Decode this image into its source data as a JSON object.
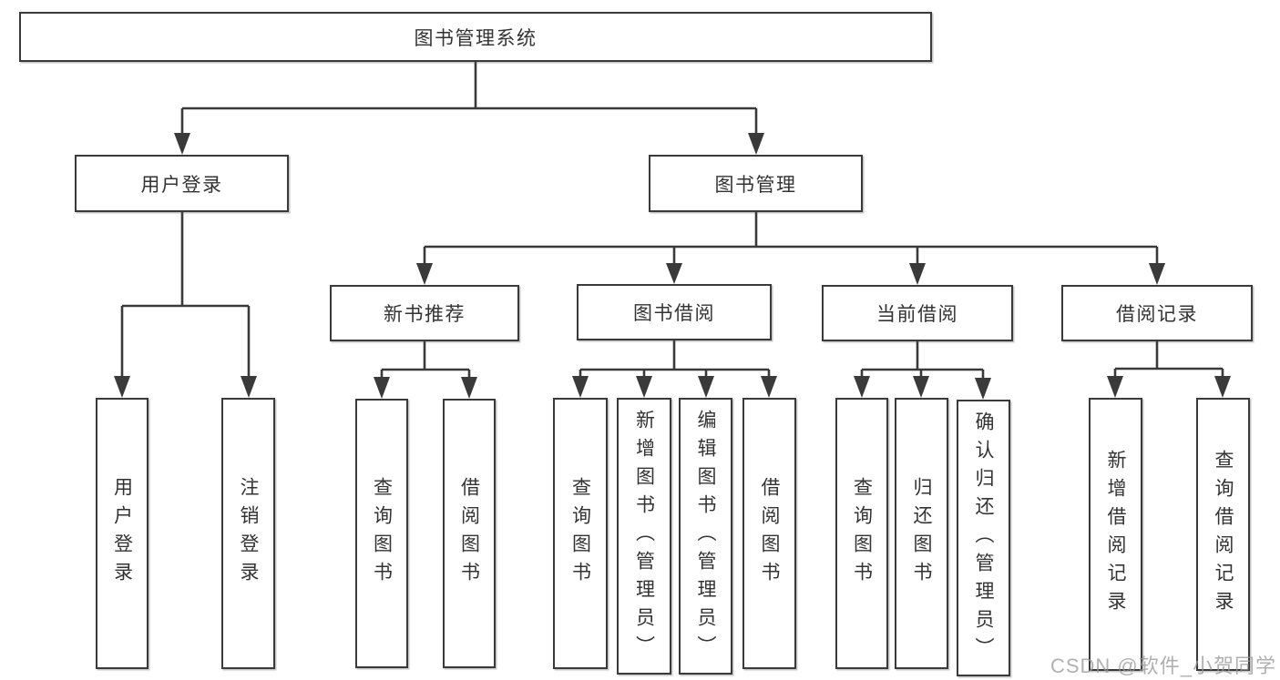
{
  "diagram_title": "图书管理系统",
  "tree": {
    "root": "图书管理系统",
    "children": [
      {
        "label": "用户登录",
        "children": [
          {
            "label": "用户登录"
          },
          {
            "label": "注销登录"
          }
        ]
      },
      {
        "label": "图书管理",
        "children": [
          {
            "label": "新书推荐",
            "children": [
              {
                "label": "查询图书"
              },
              {
                "label": "借阅图书"
              }
            ]
          },
          {
            "label": "图书借阅",
            "children": [
              {
                "label": "查询图书"
              },
              {
                "label": "新增图书（管理员）"
              },
              {
                "label": "编辑图书（管理员）"
              },
              {
                "label": "借阅图书"
              }
            ]
          },
          {
            "label": "当前借阅",
            "children": [
              {
                "label": "查询图书"
              },
              {
                "label": "归还图书"
              },
              {
                "label": "确认归还（管理员）"
              }
            ]
          },
          {
            "label": "借阅记录",
            "children": [
              {
                "label": "新增借阅记录"
              },
              {
                "label": "查询借阅记录"
              }
            ]
          }
        ]
      }
    ]
  },
  "watermark": "CSDN @软件_小贺同学",
  "colors": {
    "line": "#3a3a3a",
    "text": "#333333",
    "box_background": "#ffffff",
    "watermark": "#969696"
  }
}
